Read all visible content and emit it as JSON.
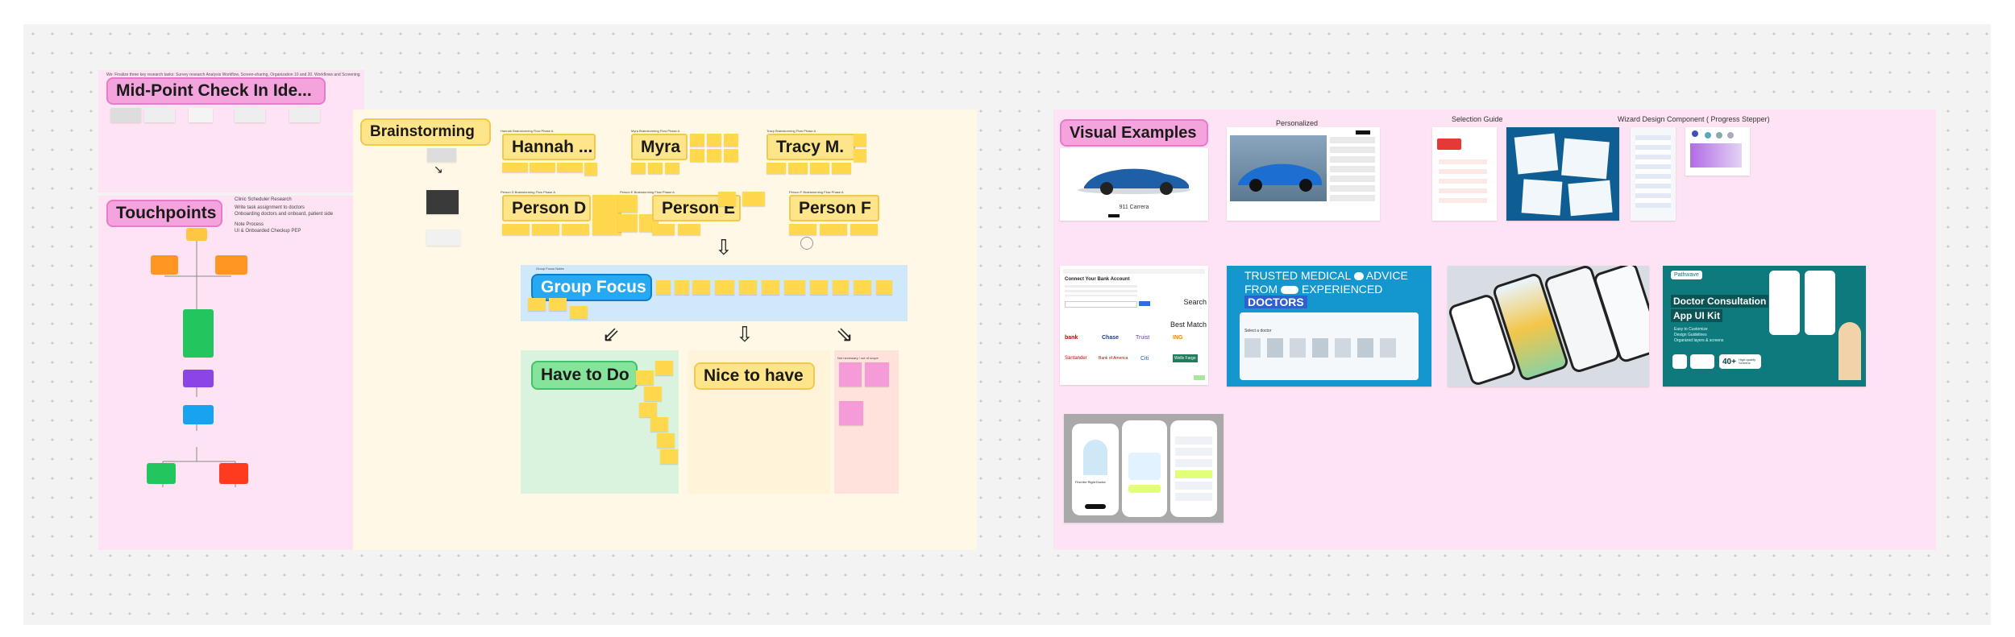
{
  "board": {
    "background": "#f3f3f3"
  },
  "sections": {
    "midpoint": {
      "title": "Mid-Point Check In  Ide...",
      "note": "We: Finalize three key research tasks: Survey research Analysis Workflow, Screen-sharing, Organization 10 and 20. Workflows and Screening"
    },
    "touchpoints": {
      "title": "Touchpoints",
      "note_title": "Clinic Scheduler Research",
      "note_lines": [
        "Write task assignment to doctors",
        "Onboarding doctors and onboard, patient side",
        "Note Process",
        "UI & Onboarded Checkup PEP"
      ]
    },
    "brainstorming": {
      "title": "Brainstorming",
      "people": [
        {
          "name": "Hannah ...",
          "caption": "Hannah Brainstorming Flow Phase A"
        },
        {
          "name": "Myra",
          "caption": "Myra Brainstorming Flow Phase A"
        },
        {
          "name": "Tracy M.",
          "caption": "Tracy Brainstorming Flow Phase A"
        },
        {
          "name": "Person D",
          "caption": "Person D Brainstorming Flow Phase A"
        },
        {
          "name": "Person E",
          "caption": "Person E Brainstorming Flow Phase A"
        },
        {
          "name": "Person F",
          "caption": "Person F Brainstorming Flow Phase A"
        }
      ],
      "group_focus": "Group Focus",
      "group_focus_caption": "Group Focus Notes",
      "have_to_do": "Have to Do",
      "nice_to_have": "Nice to have",
      "extra_caption": "Not necessary / out of scope"
    },
    "visual": {
      "title": "Visual Examples",
      "captions": {
        "personalized": "Personalized",
        "selection_guide": "Selection Guide",
        "wizard": "Wizard Design Component ( Progress Stepper)"
      },
      "porsche_caption": "911 Carrera",
      "bank": {
        "heading": "Connect Your Bank Account",
        "search": "Search",
        "best_match": "Best Match",
        "banks": [
          "bank",
          "Chase",
          "Truist",
          "ING",
          "Santander",
          "Bank of America",
          "Citi",
          "Wells Fargo"
        ]
      },
      "medical": {
        "line1": "TRUSTED MEDICAL",
        "line2": "ADVICE",
        "line3": "FROM",
        "line4": "EXPERIENCED",
        "line5": "DOCTORS",
        "section": "Select a doctor"
      },
      "consult": {
        "brand": "Pathwave",
        "title1": "Doctor Consultation",
        "title2": "App UI Kit",
        "bullets": [
          "Easy to Customize",
          "Design Guidelines",
          "Organized layers & screens"
        ],
        "badge": "40+",
        "badge_label": "High-quality Screens"
      },
      "doctor_app": {
        "title": "Find the Right Doctor"
      }
    }
  },
  "colors": {
    "pink_section": "#fde3f3",
    "yellow_section": "#fff8e6",
    "sticky": "#ffd84d",
    "green_zone": "#d9f3df",
    "cream_zone": "#fff3d9",
    "red_zone": "#ffe2dc"
  }
}
